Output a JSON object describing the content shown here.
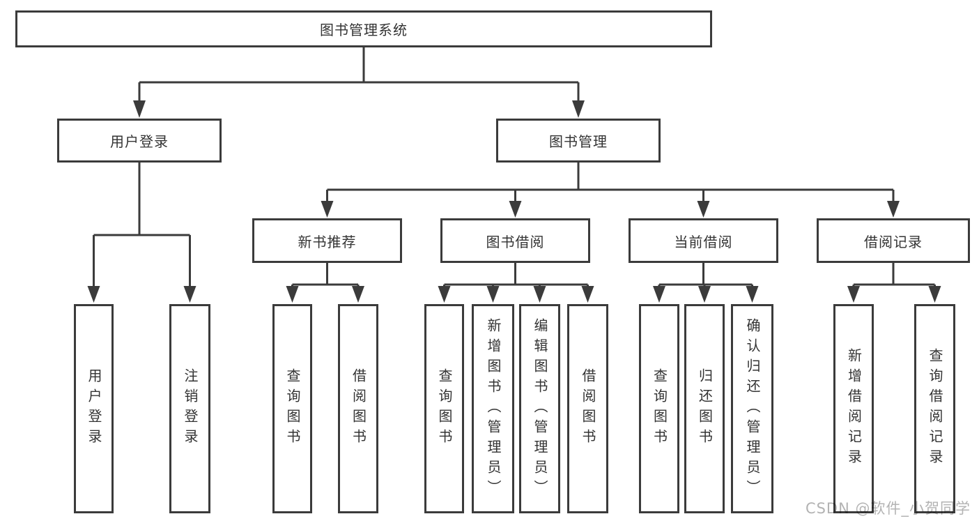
{
  "diagram": {
    "title": "图书管理系统",
    "branches": [
      {
        "label": "用户登录",
        "children": [
          {
            "label": "用户登录"
          },
          {
            "label": "注销登录"
          }
        ]
      },
      {
        "label": "图书管理",
        "sections": [
          {
            "label": "新书推荐",
            "children": [
              {
                "label": "查询图书"
              },
              {
                "label": "借阅图书"
              }
            ]
          },
          {
            "label": "图书借阅",
            "children": [
              {
                "label": "查询图书"
              },
              {
                "label": "新增图书（管理员）"
              },
              {
                "label": "编辑图书（管理员）"
              },
              {
                "label": "借阅图书"
              }
            ]
          },
          {
            "label": "当前借阅",
            "children": [
              {
                "label": "查询图书"
              },
              {
                "label": "归还图书"
              },
              {
                "label": "确认归还（管理员）"
              }
            ]
          },
          {
            "label": "借阅记录",
            "children": [
              {
                "label": "新增借阅记录"
              },
              {
                "label": "查询借阅记录"
              }
            ]
          }
        ]
      }
    ]
  },
  "watermark": {
    "text": "CSDN @软件_小贺同学"
  },
  "colors": {
    "line": "#3b3b3b",
    "text": "#333333",
    "background": "#ffffff",
    "watermark": "#b3b3b3"
  }
}
